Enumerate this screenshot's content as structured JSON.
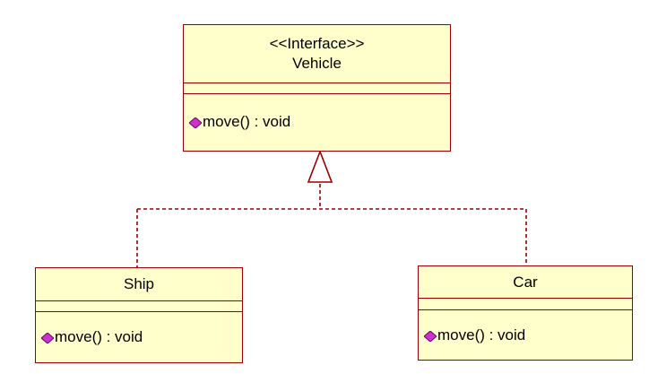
{
  "diagram": {
    "interface_class": {
      "stereotype": "<<Interface>>",
      "name": "Vehicle",
      "operation": "move() : void"
    },
    "implementations": [
      {
        "name": "Ship",
        "operation": "move() : void"
      },
      {
        "name": "Car",
        "operation": "move() : void"
      }
    ],
    "relationship": "realization",
    "colors": {
      "class_fill": "#ffffcc",
      "border": "#990000",
      "operation_icon": "#cc33cc"
    },
    "icons": {
      "operation": "public-operation-icon"
    }
  }
}
